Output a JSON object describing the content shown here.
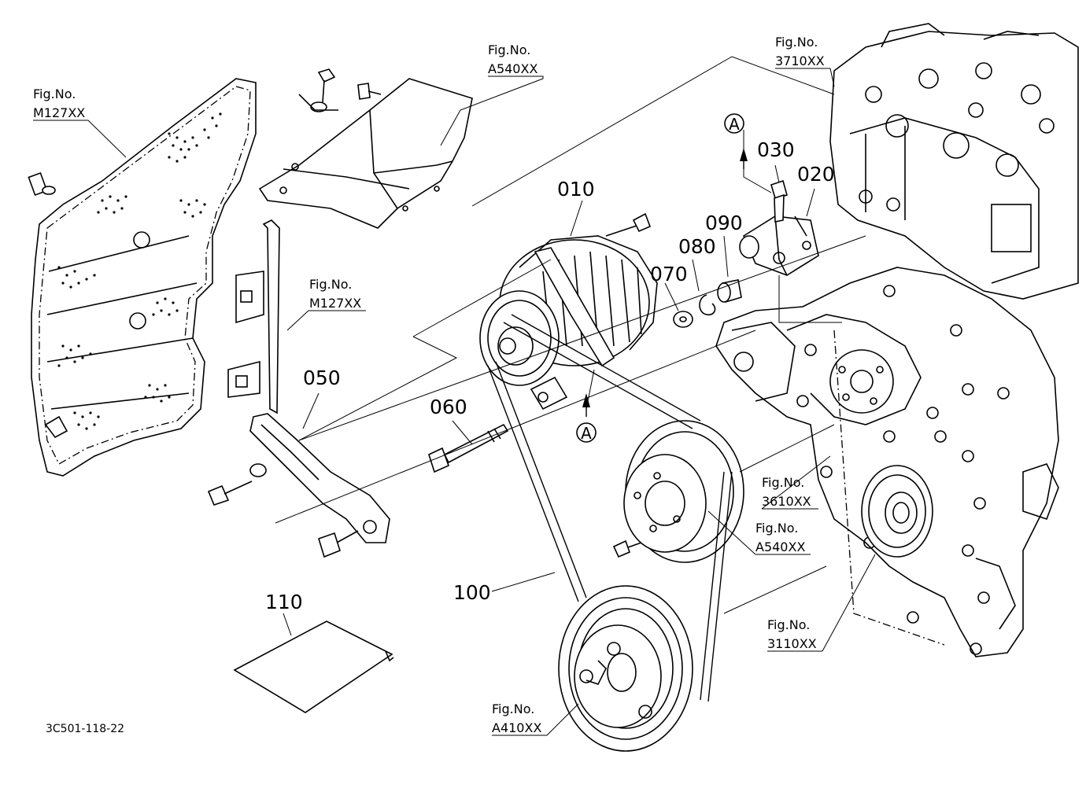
{
  "parts": {
    "p010": "010",
    "p020": "020",
    "p030": "030",
    "p050": "050",
    "p060": "060",
    "p070": "070",
    "p080": "080",
    "p090": "090",
    "p100": "100",
    "p110": "110"
  },
  "fig_refs": {
    "m127_top": {
      "label": "Fig.No.",
      "code": "M127XX"
    },
    "a540_top": {
      "label": "Fig.No.",
      "code": "A540XX"
    },
    "f3710": {
      "label": "Fig.No.",
      "code": "3710XX"
    },
    "m127_mid": {
      "label": "Fig.No.",
      "code": "M127XX"
    },
    "f3610": {
      "label": "Fig.No.",
      "code": "3610XX"
    },
    "a540_mid": {
      "label": "Fig.No.",
      "code": "A540XX"
    },
    "f3110": {
      "label": "Fig.No.",
      "code": "3110XX"
    },
    "a410": {
      "label": "Fig.No.",
      "code": "A410XX"
    }
  },
  "markers": {
    "a_top": "A",
    "a_bottom": "A"
  },
  "drawing_code": "3C501-118-22"
}
